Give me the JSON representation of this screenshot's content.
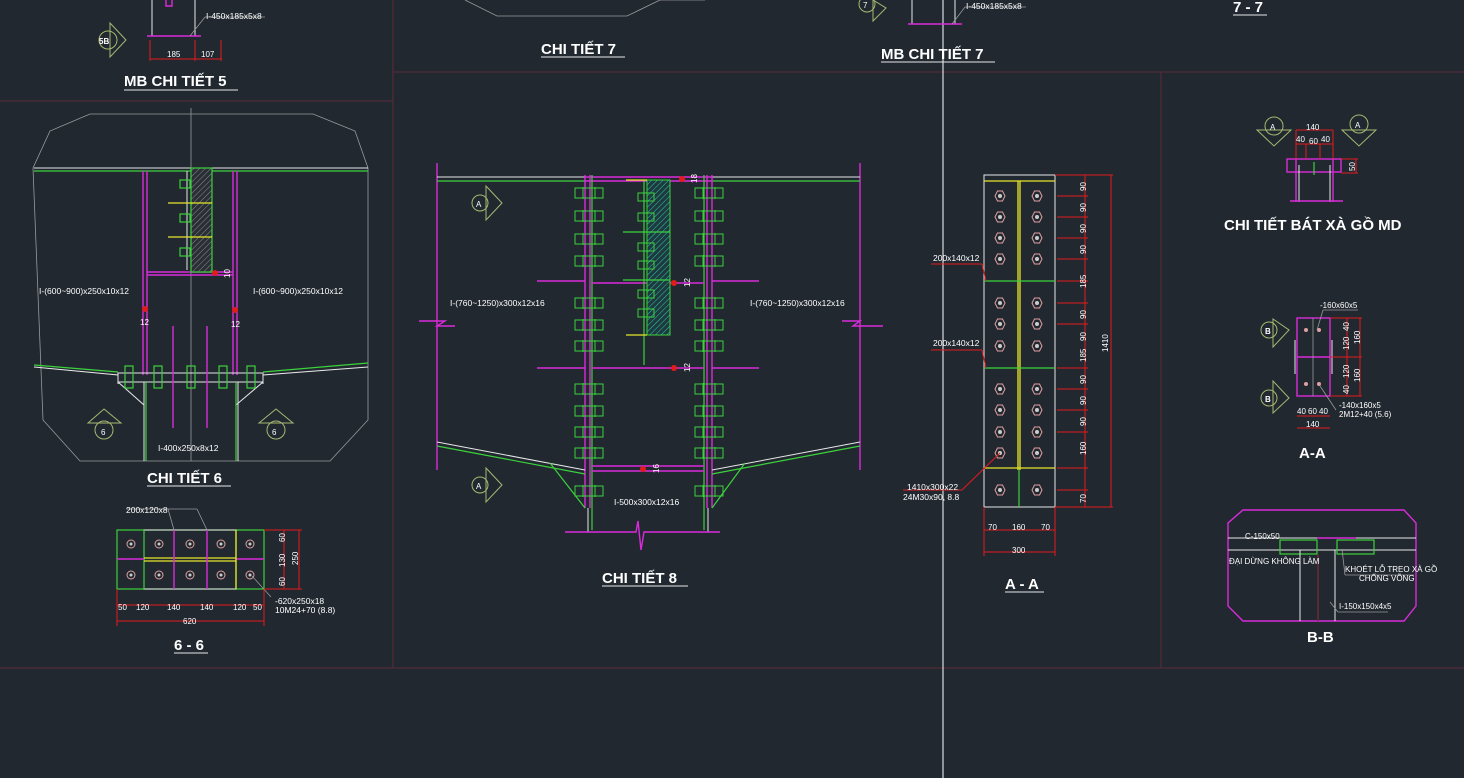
{
  "app": "CAD model space - steel connection details",
  "titles": {
    "mb_chi_tiet_5": "MB CHI TIẾT 5",
    "chi_tiet_7": "CHI TIẾT 7",
    "mb_chi_tiet_7": "MB CHI TIẾT 7",
    "section_7_7": "7 - 7",
    "chi_tiet_6": "CHI TIẾT 6",
    "section_6_6": "6 - 6",
    "chi_tiet_8": "CHI TIẾT 8",
    "section_A_A_large": "A - A",
    "chi_tiet_bat_xa_go": "CHI TIẾT BÁT XÀ GỒ MD",
    "section_A_A_small": "A-A",
    "section_B_B": "B-B"
  },
  "mb5": {
    "member": "I-450x185x5x8",
    "dims": [
      "185",
      "107"
    ],
    "marker": "5B"
  },
  "mb7": {
    "member": "I-450x185x5x8",
    "marker": "7"
  },
  "detail6": {
    "left_beam": "I-(600~900)x250x10x12",
    "right_beam": "I-(600~900)x250x10x12",
    "column": "I-400x250x8x12",
    "weld_dims": [
      "10",
      "12",
      "12"
    ],
    "markers": [
      "6",
      "6"
    ]
  },
  "section66": {
    "stiffener": "200x120x8",
    "plate": "-620x250x18",
    "bolts": "10M24+70 (8.8)",
    "h_dims": [
      "50",
      "120",
      "140",
      "140",
      "120",
      "50"
    ],
    "total_width": "620",
    "v_dims": [
      "60",
      "130",
      "60"
    ],
    "total_height": "250"
  },
  "detail8": {
    "left_beam": "I-(760~1250)x300x12x16",
    "right_beam": "I-(760~1250)x300x12x16",
    "column": "I-500x300x12x16",
    "weld_dims": [
      "18",
      "12",
      "12",
      "16"
    ],
    "markers": [
      "A",
      "A"
    ]
  },
  "sectionAA": {
    "stiffener1": "200x140x12",
    "stiffener2": "200x140x12",
    "plate": "1410x300x22",
    "bolts": "24M30x90, 8.8",
    "v_dims": [
      "90",
      "90",
      "90",
      "90",
      "185",
      "90",
      "90",
      "185",
      "90",
      "90",
      "90",
      "160",
      "70"
    ],
    "total_height": "1410",
    "h_dims": [
      "70",
      "160",
      "70"
    ],
    "total_width": "300"
  },
  "bat_xa_go": {
    "markers": [
      "A",
      "A"
    ],
    "top_dim": "140",
    "sub_dims": [
      "40",
      "60",
      "40"
    ],
    "side_dim": "50"
  },
  "sectionAAsmall": {
    "angle_top": "-160x60x5",
    "angle_bottom": "-140x160x5",
    "bolts": "2M12+40 (5.6)",
    "v_dims_inner": [
      "40",
      "120",
      "120",
      "40"
    ],
    "v_dims_outer": [
      "160",
      "160"
    ],
    "h_dims": [
      "40",
      "60",
      "40"
    ],
    "total_width": "140",
    "markers": [
      "B",
      "B"
    ]
  },
  "sectionBB": {
    "channel": "C-150x50",
    "note_left": "ĐẠI DỪNG KHÔNG LÀM",
    "note_right_1": "KHOÉT LỖ TREO XÀ GỒ",
    "note_right_2": "CHỐNG VÕNG",
    "post": "I-150x150x4x5"
  }
}
